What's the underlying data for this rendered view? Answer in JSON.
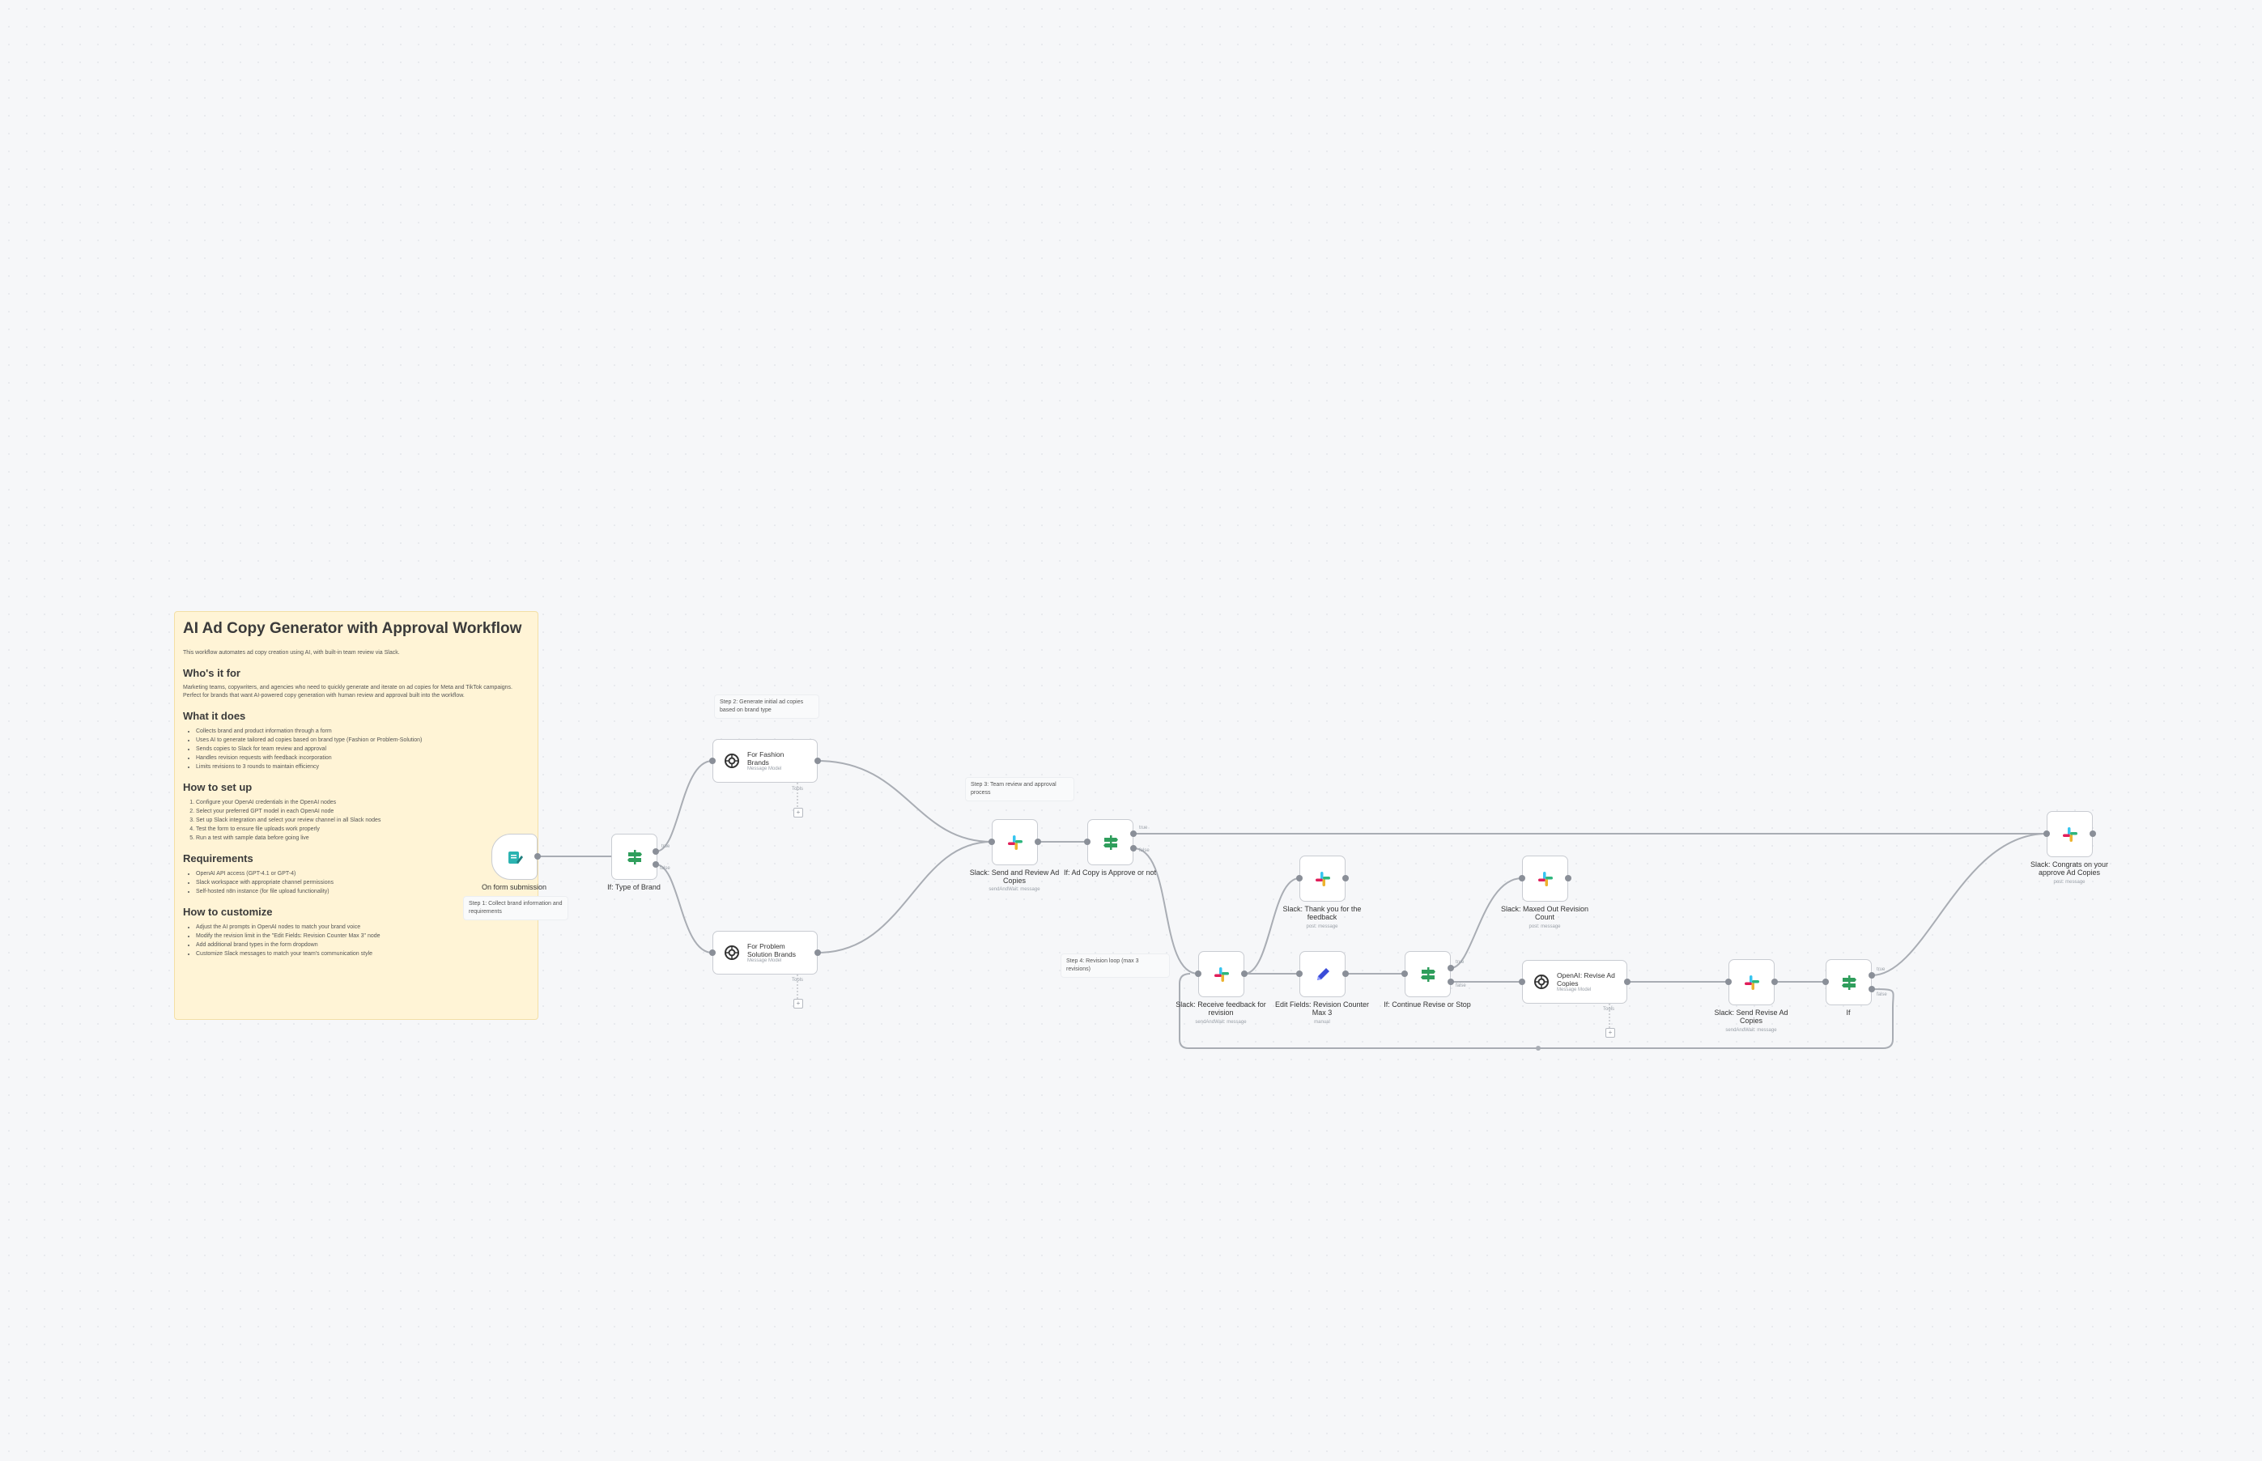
{
  "sticky": {
    "title": "AI Ad Copy Generator with Approval Workflow",
    "intro": "This workflow automates ad copy creation using AI, with built-in team review via Slack.",
    "who_heading": "Who's it for",
    "who_text": "Marketing teams, copywriters, and agencies who need to quickly generate and iterate on ad copies for Meta and TikTok campaigns. Perfect for brands that want AI-powered copy generation with human review and approval built into the workflow.",
    "what_heading": "What it does",
    "what_items": [
      "Collects brand and product information through a form",
      "Uses AI to generate tailored ad copies based on brand type (Fashion or Problem-Solution)",
      "Sends copies to Slack for team review and approval",
      "Handles revision requests with feedback incorporation",
      "Limits revisions to 3 rounds to maintain efficiency"
    ],
    "setup_heading": "How to set up",
    "setup_items": [
      "Configure your OpenAI credentials in the OpenAI nodes",
      "Select your preferred GPT model in each OpenAI node",
      "Set up Slack integration and select your review channel in all Slack nodes",
      "Test the form to ensure file uploads work properly",
      "Run a test with sample data before going live"
    ],
    "req_heading": "Requirements",
    "req_items": [
      "OpenAI API access (GPT-4.1 or GPT-4)",
      "Slack workspace with appropriate channel permissions",
      "Self-hosted n8n instance (for file upload functionality)"
    ],
    "custom_heading": "How to customize",
    "custom_items": [
      "Adjust the AI prompts in OpenAI nodes to match your brand voice",
      "Modify the revision limit in the \"Edit Fields: Revision Counter Max 3\" node",
      "Add additional brand types in the form dropdown",
      "Customize Slack messages to match your team's communication style"
    ]
  },
  "notes": {
    "step1": "Step 1: Collect brand information and requirements",
    "step2": "Step 2: Generate initial ad copies based on brand type",
    "step3": "Step 3: Team review and approval process",
    "step4": "Step 4: Revision loop (max 3 revisions)"
  },
  "nodes": {
    "form": {
      "label": "On form submission",
      "icon": "form-icon"
    },
    "if_brand": {
      "label": "If: Type of Brand",
      "true": "true",
      "false": "false",
      "icon": "if-icon"
    },
    "fashion": {
      "label": "For Fashion Brands",
      "sub": "Message Model",
      "tool": "Tools",
      "icon": "openai-icon"
    },
    "problem": {
      "label": "For Problem Solution Brands",
      "sub": "Message Model",
      "tool": "Tools",
      "icon": "openai-icon"
    },
    "slack_send": {
      "label": "Slack: Send and Review Ad Copies",
      "sub": "sendAndWait: message",
      "icon": "slack-icon"
    },
    "if_approve": {
      "label": "If: Ad Copy is Approve or not",
      "true": "true",
      "false": "false",
      "icon": "if-icon"
    },
    "slack_congrats": {
      "label": "Slack: Congrats on your approve Ad Copies",
      "sub": "post: message",
      "icon": "slack-icon"
    },
    "slack_receive": {
      "label": "Slack: Receive feedback for revision",
      "sub": "sendAndWait: message",
      "icon": "slack-icon"
    },
    "slack_thanks": {
      "label": "Slack: Thank you for the feedback",
      "sub": "post: message",
      "icon": "slack-icon"
    },
    "edit_fields": {
      "label": "Edit Fields: Revision Counter Max 3",
      "sub": "manual",
      "icon": "pencil-icon"
    },
    "if_continue": {
      "label": "If: Continue Revise or Stop",
      "true": "true",
      "false": "false",
      "icon": "if-icon"
    },
    "slack_maxed": {
      "label": "Slack: Maxed Out Revision Count",
      "sub": "post: message",
      "icon": "slack-icon"
    },
    "openai_revise": {
      "label": "OpenAI: Revise Ad Copies",
      "sub": "Message Model",
      "tool": "Tools",
      "icon": "openai-icon"
    },
    "slack_revise": {
      "label": "Slack: Send Revise Ad Copies",
      "sub": "sendAndWait: message",
      "icon": "slack-icon"
    },
    "if_last": {
      "label": "If",
      "true": "true",
      "false": "false",
      "icon": "if-icon"
    }
  },
  "colors": {
    "canvas": "#f6f7f9",
    "sticky": "#fff4d6",
    "wire": "#a9adb4",
    "if_green": "#2f9e5c",
    "pencil_blue": "#3a4cd8",
    "form_teal": "#2bb3b1"
  }
}
